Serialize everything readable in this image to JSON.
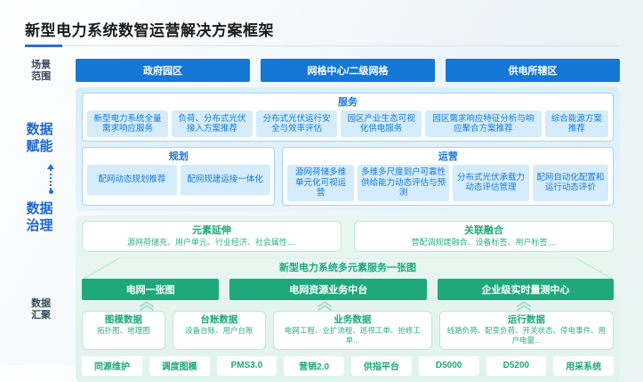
{
  "title": "新型电力系统数智运营解决方案框架",
  "rail": {
    "scenario": "场景范围",
    "empower": "数据赋能",
    "governance": "数据治理",
    "aggregation": "数据汇聚"
  },
  "scenarios": [
    "政府园区",
    "网格中心/二级网格",
    "供电所辖区"
  ],
  "service": {
    "title": "服务",
    "items": [
      "新型电力系统全量需求响应服务",
      "负荷、分布式光伏接入方案推荐",
      "分布式光伏运行安全与效率评估",
      "园区产业生态可视化供电服务",
      "园区需求响应特征分析与响应聚合方案推荐",
      "综合能源方案推荐"
    ]
  },
  "planning": {
    "title": "规划",
    "items": [
      "配网动态规划推荐",
      "配网规建运接一体化"
    ]
  },
  "operation": {
    "title": "运营",
    "items": [
      "源网荷储多维单元化可视运营",
      "多维多尺度到户可靠性供给能力动态评估与预测",
      "分布式光伏承载力动态评估管理",
      "配网自动化配置和运行动态评价"
    ]
  },
  "governance": {
    "element_extension": {
      "title": "元素延伸",
      "desc": "源网荷储充、用户单元、行业经济、社会属性...."
    },
    "association_fusion": {
      "title": "关联融合",
      "desc": "营配调规建融合、设备标签、用户标签...."
    },
    "platform_title": "新型电力系统多元素服务一张图",
    "platforms": [
      "电网一张图",
      "电网资源业务中台",
      "企业级实时量测中心"
    ]
  },
  "data_sources": [
    {
      "title": "图模数据",
      "desc": "拓扑图、地理图"
    },
    {
      "title": "台账数据",
      "desc": "设备台账、用户台账"
    },
    {
      "title": "业务数据",
      "desc": "电网工程、业扩流程、巡视工单、抢修工单..."
    },
    {
      "title": "运行数据",
      "desc": "线路负荷、配变负荷、开关状态、停电事件、用户电量..."
    }
  ],
  "systems": [
    "同源维护",
    "调度图模",
    "PMS3.0",
    "营销2.0",
    "供指平台",
    "D5000",
    "D5200",
    "用采系统"
  ],
  "icons": {
    "up_arrow": "up-arrow-dotted-icon",
    "chevron": "chevron-up-icon"
  },
  "colors": {
    "blue": "#1577d6",
    "green": "#1fa87c"
  }
}
